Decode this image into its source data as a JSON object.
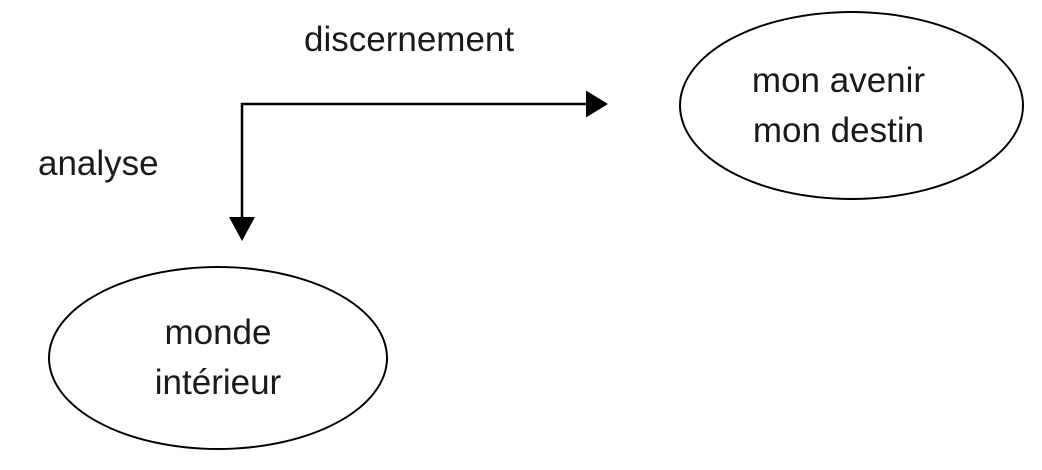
{
  "diagram": {
    "background_color": "#ffffff",
    "stroke_color": "#000000",
    "text_color": "#1a1a1a",
    "edges": {
      "discernement": {
        "label": "discernement",
        "direction": "right",
        "target": "mon-avenir-mon-destin"
      },
      "analyse": {
        "label": "analyse",
        "direction": "down",
        "target": "monde-interieur"
      }
    },
    "nodes": {
      "future": {
        "shape": "ellipse",
        "lines": [
          "mon avenir",
          "mon destin"
        ]
      },
      "inner_world": {
        "shape": "ellipse",
        "lines": [
          "monde",
          "intérieur"
        ]
      }
    }
  }
}
